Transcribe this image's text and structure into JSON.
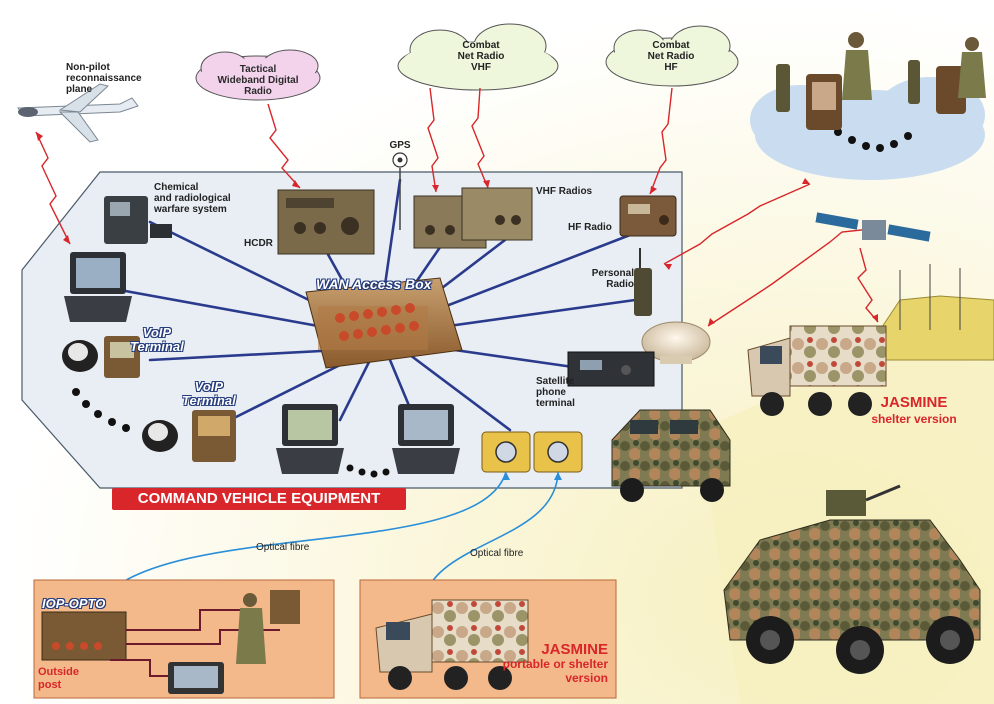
{
  "labels": {
    "non_pilot": [
      "Non-pilot",
      "reconnaissance",
      "plane"
    ],
    "tactical": [
      "Tactical",
      "Wideband Digital",
      "Radio"
    ],
    "combat_vhf": [
      "Combat",
      "Net Radio",
      "VHF"
    ],
    "combat_hf": [
      "Combat",
      "Net Radio",
      "HF"
    ],
    "gps": "GPS",
    "chemical": [
      "Chemical",
      "and radiological",
      "warfare system"
    ],
    "hcdr": "HCDR",
    "vhf_radios": "VHF Radios",
    "hf_radio": "HF Radio",
    "personal_radio": [
      "Personal",
      "Radio"
    ],
    "wan_box": "WAN Access Box",
    "voip_1": [
      "VoIP",
      "Terminal"
    ],
    "voip_2": [
      "VoIP",
      "Terminal"
    ],
    "satellite_phone": [
      "Satellite",
      "phone",
      "terminal"
    ],
    "command_banner": "COMMAND VEHICLE EQUIPMENT",
    "jasmine_shelter": [
      "JASMINE",
      "shelter version"
    ],
    "optical_fibre_1": "Optical fibre",
    "optical_fibre_2": "Optical fibre",
    "iop_opto": "IOP-OPTO",
    "outside_post": [
      "Outside",
      "post"
    ],
    "jasmine_portable": [
      "JASMINE",
      "portable or shelter",
      "version"
    ]
  },
  "colors": {
    "link_blue": "#2a3a8c",
    "radio_red": "#d8262a",
    "fibre_blue": "#2a8fd8",
    "panel_fill": "#e8eef4",
    "bottom_box": "#f3b98a",
    "cloud_pink": "#f3d3ec",
    "cloud_green": "#eef6dc",
    "cloud_blue": "#c9dcf0"
  }
}
